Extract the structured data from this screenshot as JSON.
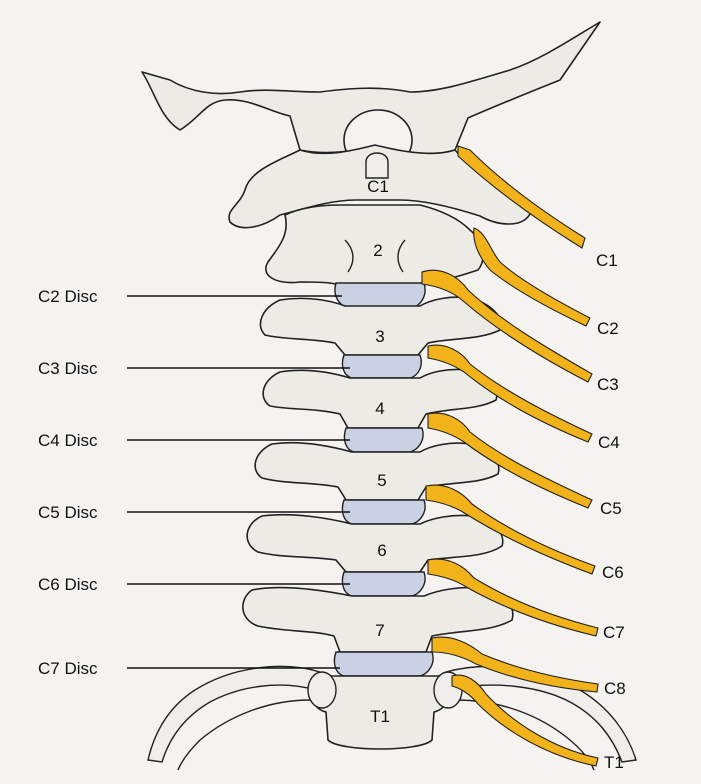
{
  "vertebrae": [
    "C1",
    "2",
    "3",
    "4",
    "5",
    "6",
    "7",
    "T1"
  ],
  "disc_labels": [
    "C2 Disc",
    "C3 Disc",
    "C4 Disc",
    "C5 Disc",
    "C6 Disc",
    "C7 Disc"
  ],
  "nerve_labels": [
    "C1",
    "C2",
    "C3",
    "C4",
    "C5",
    "C6",
    "C7",
    "C8",
    "T1"
  ],
  "colors": {
    "bone": "#ecebe6",
    "disc": "#c9d1e3",
    "nerve": "#f2b21a",
    "outline": "#222222"
  }
}
